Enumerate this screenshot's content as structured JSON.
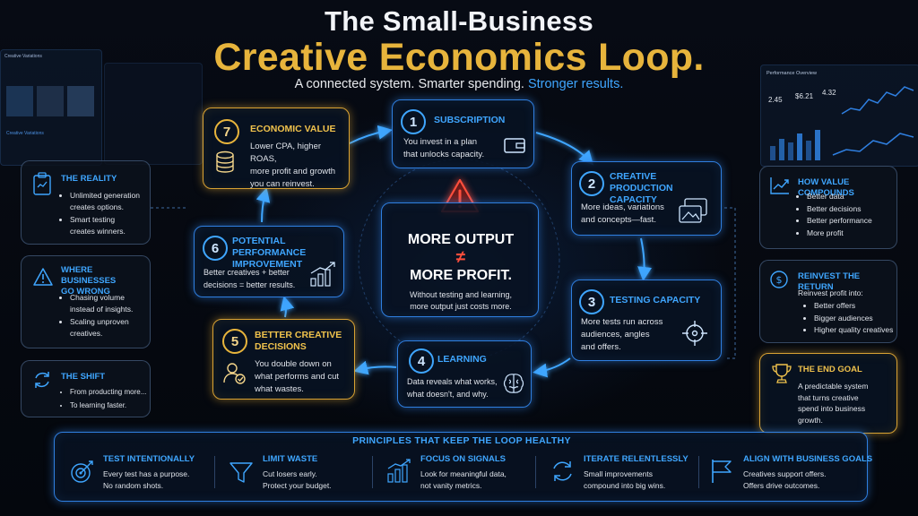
{
  "header": {
    "title_line1": "The Small-Business",
    "title_line2": "Creative Economics Loop.",
    "subtitle_plain": "A connected system. Smarter spending.",
    "subtitle_highlight": "Stronger results."
  },
  "loop": [
    {
      "number": "1",
      "title": "SUBSCRIPTION",
      "body": [
        "You invest in a plan",
        "that unlocks capacity."
      ],
      "icon": "wallet-icon"
    },
    {
      "number": "2",
      "title": [
        "CREATIVE PRODUCTION",
        "CAPACITY"
      ],
      "body": [
        "More ideas, variations",
        "and concepts—fast."
      ],
      "icon": "images-icon"
    },
    {
      "number": "3",
      "title": "TESTING CAPACITY",
      "body": [
        "More tests run across",
        "audiences, angles",
        "and offers."
      ],
      "icon": "target-icon"
    },
    {
      "number": "4",
      "title": "LEARNING",
      "body": [
        "Data reveals what works,",
        "what doesn't, and why."
      ],
      "icon": "brain-icon"
    },
    {
      "number": "5",
      "title": [
        "BETTER CREATIVE",
        "DECISIONS"
      ],
      "body": [
        "You double down on",
        "what performs and cut",
        "what wastes."
      ],
      "icon": "person-check-icon"
    },
    {
      "number": "6",
      "title": [
        "POTENTIAL PERFORMANCE",
        "IMPROVEMENT"
      ],
      "body": [
        "Better creatives + better",
        "decisions = better results."
      ],
      "icon": "growth-chart-icon"
    },
    {
      "number": "7",
      "title": "ECONOMIC VALUE",
      "body": [
        "Lower CPA, higher ROAS,",
        "more profit and growth",
        "you can reinvest."
      ],
      "icon": "coins-icon"
    }
  ],
  "center": {
    "line1": "MORE OUTPUT",
    "neq": "≠",
    "line2": "MORE PROFIT.",
    "sub": [
      "Without testing and learning,",
      "more output just costs more."
    ],
    "icon": "warning-icon"
  },
  "left_panels": [
    {
      "title": "THE REALITY",
      "icon": "clipboard-icon",
      "items": [
        [
          "Unlimited generation",
          "creates options."
        ],
        [
          "Smart testing",
          "creates winners."
        ]
      ]
    },
    {
      "title": [
        "WHERE BUSINESSES",
        "GO WRONG"
      ],
      "icon": "warning-icon",
      "items": [
        [
          "Chasing volume",
          "instead of insights."
        ],
        [
          "Scaling unproven",
          "creatives."
        ]
      ]
    },
    {
      "title": "THE SHIFT",
      "icon": "refresh-icon",
      "items": [
        [
          "From producting more..."
        ],
        [
          "To learning faster."
        ]
      ]
    }
  ],
  "right_panels": [
    {
      "title": "HOW VALUE COMPOUNDS",
      "icon": "trend-up-icon",
      "items": [
        "Better data",
        "Better decisions",
        "Better performance",
        "More profit"
      ]
    },
    {
      "title": "REINVEST THE RETURN",
      "icon": "dollar-circle-icon",
      "intro": "Reinvest profit into:",
      "items": [
        "Better offers",
        "Bigger audiences",
        "Higher quality creatives"
      ]
    },
    {
      "title": "THE END GOAL",
      "icon": "trophy-icon",
      "body": [
        "A predictable system",
        "that turns creative",
        "spend into business",
        "growth."
      ]
    }
  ],
  "principles": {
    "heading": "PRINCIPLES THAT KEEP THE LOOP HEALTHY",
    "items": [
      {
        "title": "TEST INTENTIONALLY",
        "body": [
          "Every test has a purpose.",
          "No random shots."
        ],
        "icon": "bullseye-icon"
      },
      {
        "title": "LIMIT WASTE",
        "body": [
          "Cut losers early.",
          "Protect your budget."
        ],
        "icon": "funnel-icon"
      },
      {
        "title": "FOCUS ON SIGNALS",
        "body": [
          "Look for meaningful data,",
          "not vanity metrics."
        ],
        "icon": "signal-chart-icon"
      },
      {
        "title": "ITERATE RELENTLESSLY",
        "body": [
          "Small improvements",
          "compound into big wins."
        ],
        "icon": "cycle-icon"
      },
      {
        "title": "ALIGN WITH BUSINESS GOALS",
        "body": [
          "Creatives support offers.",
          "Offers drive outcomes."
        ],
        "icon": "flag-icon"
      }
    ]
  },
  "background_screens": {
    "left_title": "Creative Variations",
    "left_sub": "Creative Variations",
    "right_title": "Performance Overview",
    "right_values": [
      "2.45",
      "$6.21",
      "4.32"
    ]
  },
  "colors": {
    "blue": "#3fa6ff",
    "gold": "#e7b43c",
    "red": "#ff4e3c"
  }
}
